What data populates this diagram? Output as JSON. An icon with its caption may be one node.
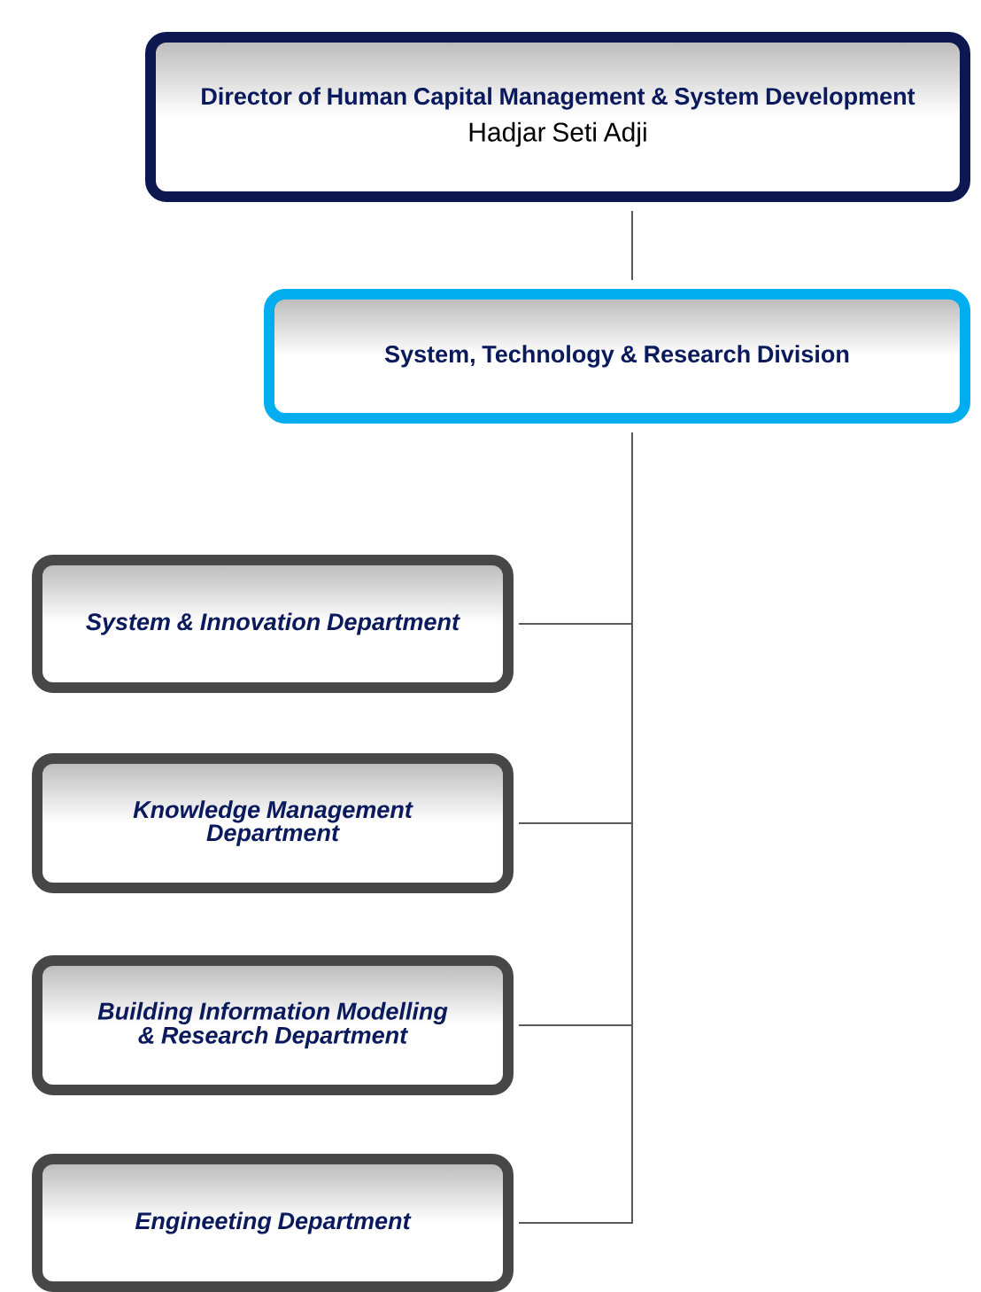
{
  "diagram": {
    "nodes": [
      {
        "text": [
          "Director of Human Capital Management & System Development",
          "Hadjar Seti Adji"
        ]
      },
      {
        "text": [
          "System, Technology & Research Division"
        ]
      },
      {
        "text": [
          "System & Innovation Department"
        ]
      },
      {
        "text": [
          "Knowledge Management Department"
        ]
      },
      {
        "text": [
          "Building Information Modelling & Research Department"
        ]
      },
      {
        "text": [
          "Engineeting Department"
        ]
      }
    ],
    "edges": [
      {
        "from": 0,
        "to": 1,
        "arrow": "none"
      },
      {
        "from": 1,
        "to": 2,
        "arrow": "none"
      },
      {
        "from": 1,
        "to": 3,
        "arrow": "none"
      },
      {
        "from": 1,
        "to": 4,
        "arrow": "none"
      },
      {
        "from": 1,
        "to": 5,
        "arrow": "none"
      }
    ]
  }
}
